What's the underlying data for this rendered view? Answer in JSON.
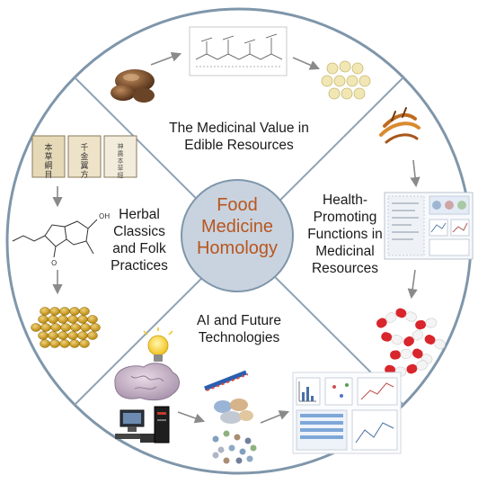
{
  "center": {
    "lines": [
      "Food",
      "Medicine",
      "Homology"
    ]
  },
  "sections": {
    "top": {
      "lines": [
        "The Medicinal Value in",
        "Edible Resources"
      ]
    },
    "right": {
      "lines": [
        "Health-",
        "Promoting",
        "Functions in",
        "Medicinal",
        "Resources"
      ]
    },
    "bottom": {
      "lines": [
        "AI and Future",
        "Technologies"
      ]
    },
    "left": {
      "lines": [
        "Herbal",
        "Classics",
        "and Folk",
        "Practices"
      ]
    }
  },
  "book_covers": [
    "本草綱目",
    "千金翼方",
    "神農本草經"
  ],
  "colors": {
    "ring": "#7f96aa",
    "divider": "#8ea2b4",
    "center_fill": "#c9d3df",
    "center_stroke": "#7f96aa",
    "center_text": "#b8561f",
    "arrow": "#8a8a8a"
  }
}
